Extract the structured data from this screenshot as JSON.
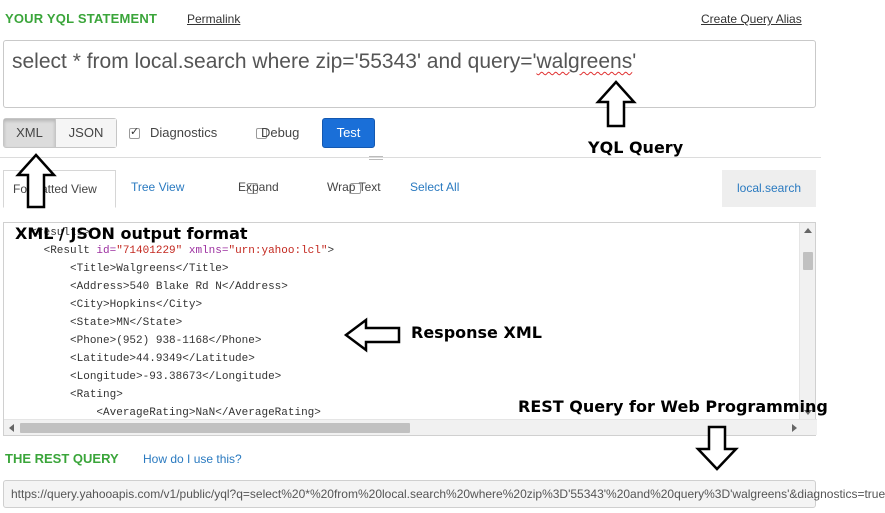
{
  "header": {
    "title": "YOUR YQL STATEMENT",
    "permalink": "Permalink",
    "create_alias": "Create Query Alias"
  },
  "statement": {
    "text_before": "select * from local.search where zip='55343' and query='",
    "squiggled": "walgreens",
    "text_after": "'"
  },
  "toolbar": {
    "format_options": [
      "XML",
      "JSON"
    ],
    "selected_format": "XML",
    "diagnostics_label": "Diagnostics",
    "diagnostics_checked": true,
    "debug_label": "Debug",
    "debug_checked": false,
    "test_label": "Test"
  },
  "view_tabs": {
    "formatted": "Formatted View",
    "tree": "Tree View",
    "expand": "Expand",
    "wrap_text": "Wrap Text",
    "select_all": "Select All",
    "table": "local.search"
  },
  "results": {
    "lines": [
      {
        "indent": 4,
        "parts": [
          [
            "tag",
            "<results>"
          ]
        ]
      },
      {
        "indent": 6,
        "parts": [
          [
            "tag",
            "<Result "
          ],
          [
            "attr",
            "id="
          ],
          [
            "aval",
            "\"71401229\""
          ],
          [
            "tag",
            " "
          ],
          [
            "attr",
            "xmlns="
          ],
          [
            "aval",
            "\"urn:yahoo:lcl\""
          ],
          [
            "tag",
            ">"
          ]
        ]
      },
      {
        "indent": 10,
        "parts": [
          [
            "tag",
            "<Title>"
          ],
          [
            "txt",
            "Walgreens"
          ],
          [
            "tag",
            "</Title>"
          ]
        ]
      },
      {
        "indent": 10,
        "parts": [
          [
            "tag",
            "<Address>"
          ],
          [
            "txt",
            "540 Blake Rd N"
          ],
          [
            "tag",
            "</Address>"
          ]
        ]
      },
      {
        "indent": 10,
        "parts": [
          [
            "tag",
            "<City>"
          ],
          [
            "txt",
            "Hopkins"
          ],
          [
            "tag",
            "</City>"
          ]
        ]
      },
      {
        "indent": 10,
        "parts": [
          [
            "tag",
            "<State>"
          ],
          [
            "txt",
            "MN"
          ],
          [
            "tag",
            "</State>"
          ]
        ]
      },
      {
        "indent": 10,
        "parts": [
          [
            "tag",
            "<Phone>"
          ],
          [
            "txt",
            "(952) 938-1168"
          ],
          [
            "tag",
            "</Phone>"
          ]
        ]
      },
      {
        "indent": 10,
        "parts": [
          [
            "tag",
            "<Latitude>"
          ],
          [
            "txt",
            "44.9349"
          ],
          [
            "tag",
            "</Latitude>"
          ]
        ]
      },
      {
        "indent": 10,
        "parts": [
          [
            "tag",
            "<Longitude>"
          ],
          [
            "txt",
            "-93.38673"
          ],
          [
            "tag",
            "</Longitude>"
          ]
        ]
      },
      {
        "indent": 10,
        "parts": [
          [
            "tag",
            "<Rating>"
          ]
        ]
      },
      {
        "indent": 14,
        "parts": [
          [
            "tag",
            "<AverageRating>"
          ],
          [
            "txt",
            "NaN"
          ],
          [
            "tag",
            "</AverageRating>"
          ]
        ]
      }
    ]
  },
  "rest": {
    "title": "THE REST QUERY",
    "help_link": "How do I use this?",
    "url": "https://query.yahooapis.com/v1/public/yql?q=select%20*%20from%20local.search%20where%20zip%3D'55343'%20and%20query%3D'walgreens'&diagnostics=true"
  },
  "annotations": {
    "yql_query": "YQL Query",
    "output_format": "XML / JSON output format",
    "response_xml": "Response XML",
    "rest_query": "REST Query for Web Programming"
  },
  "colors": {
    "section_title": "#3aa53a",
    "link": "#2a7ac0",
    "test_button": "#1a6fd8",
    "xml_attr": "#9c2fa0",
    "xml_value": "#c3281f"
  }
}
